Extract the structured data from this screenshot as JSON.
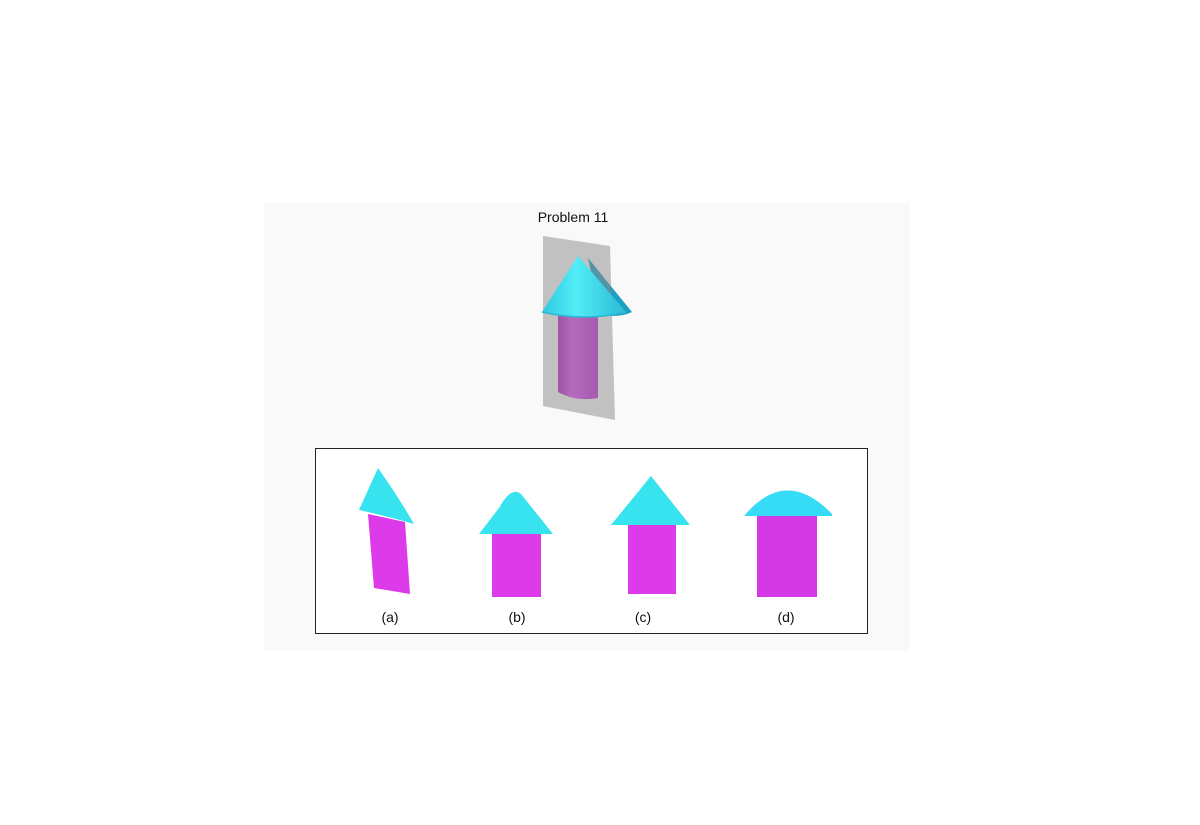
{
  "problem": {
    "title": "Problem 11"
  },
  "colors": {
    "cone": "#38e3f0",
    "cone_dark": "#1fa9c6",
    "cylinder": "#dd3be9",
    "plane": "#8f8f8f",
    "frame": "#222222"
  },
  "options": [
    {
      "label": "(a)",
      "icon": "sheared-cone-on-cylinder-icon"
    },
    {
      "label": "(b)",
      "icon": "curved-peak-cone-on-cylinder-icon"
    },
    {
      "label": "(c)",
      "icon": "triangle-on-rectangle-icon"
    },
    {
      "label": "(d)",
      "icon": "parabola-on-rectangle-icon"
    }
  ]
}
